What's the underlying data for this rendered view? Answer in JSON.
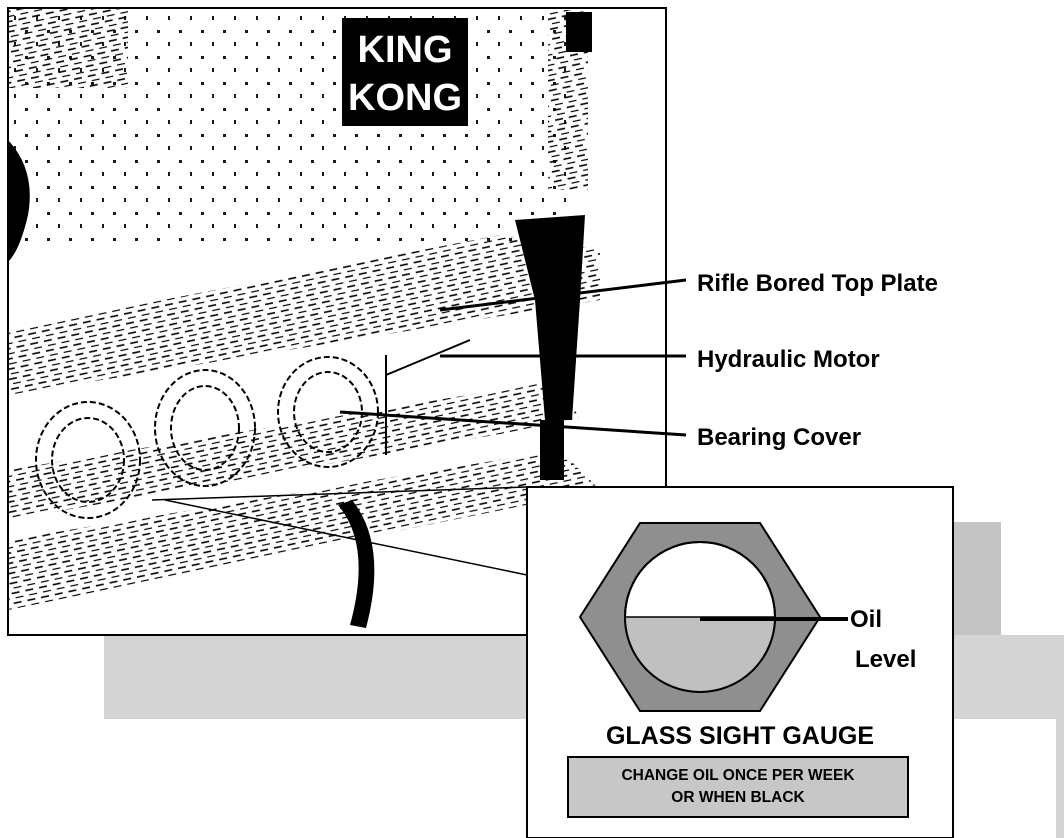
{
  "figure": {
    "photo": {
      "nameplate_lines": [
        "KING",
        "KONG"
      ]
    },
    "callouts": [
      {
        "id": "top-plate",
        "label": "Rifle Bored Top Plate"
      },
      {
        "id": "motor",
        "label": "Hydraulic Motor"
      },
      {
        "id": "bearing",
        "label": "Bearing Cover"
      }
    ],
    "inset": {
      "oil_label_line1": "Oil",
      "oil_label_line2": "Level",
      "oil_fill_fraction": 0.5,
      "title": "GLASS SIGHT GAUGE",
      "note_line1": "CHANGE OIL ONCE PER WEEK",
      "note_line2": "OR WHEN BLACK"
    },
    "colors": {
      "hex_nut": "#8f8f8f",
      "glass": "#ffffff",
      "oil": "#c0c0c0",
      "band": "#d4d4d4",
      "note_box": "#c7c7c7",
      "line": "#000000"
    }
  }
}
